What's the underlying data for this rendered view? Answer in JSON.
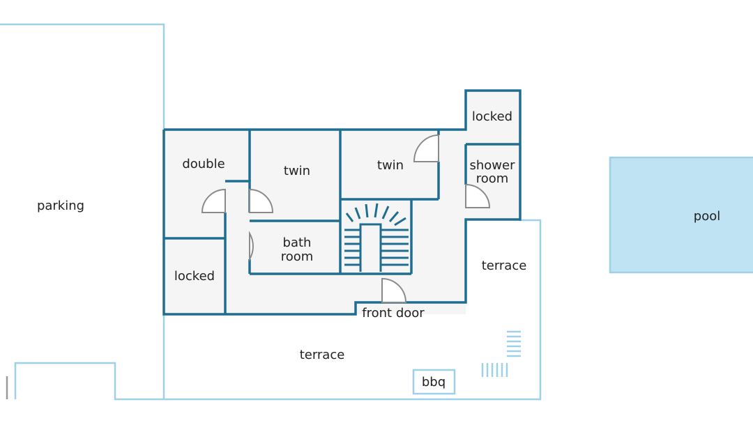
{
  "colors": {
    "wall": "#1f6e91",
    "outline": "#9ed0e6",
    "room_fill": "#f5f5f5",
    "pool_fill": "#bfe3f3",
    "door": "#8a8a8a",
    "text": "#222222"
  },
  "labels": {
    "parking": "parking",
    "pool": "pool",
    "double": "double",
    "twin_left": "twin",
    "twin_right": "twin",
    "locked_top": "locked",
    "locked_left": "locked",
    "shower_line1": "shower",
    "shower_line2": "room",
    "bath_line1": "bath",
    "bath_line2": "room",
    "terrace_right": "terrace",
    "terrace_bottom": "terrace",
    "front_door": "front door",
    "bbq": "bbq"
  }
}
